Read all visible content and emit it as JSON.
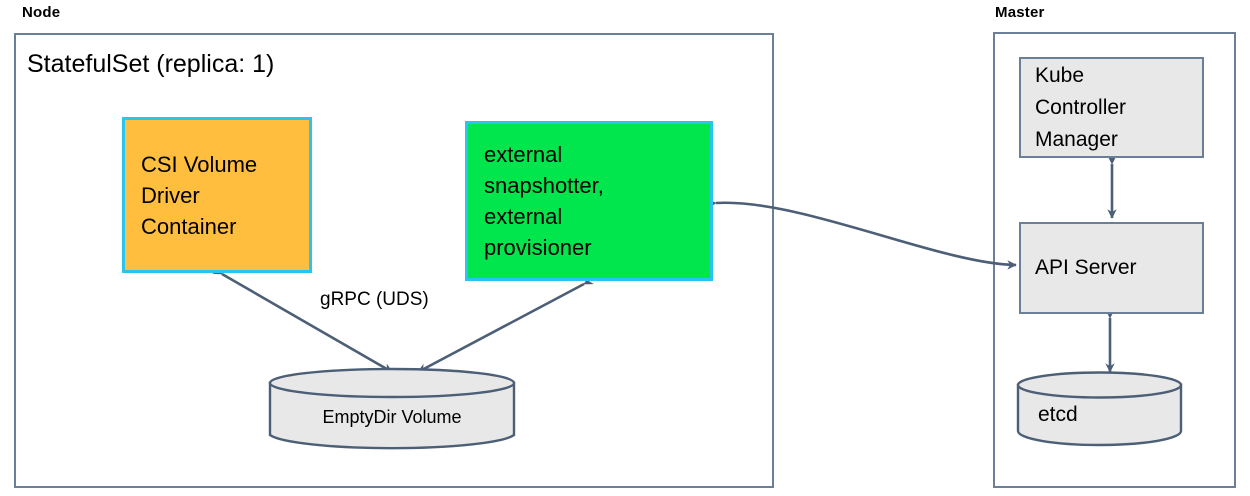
{
  "diagram": {
    "groups": [
      {
        "label": "Node"
      },
      {
        "label": "Master"
      }
    ],
    "node_group": {
      "title": "StatefulSet (replica: 1)",
      "boxes": [
        {
          "id": "csi-driver",
          "text": "CSI Volume\nDriver\nContainer",
          "fill": "#FFBE3D",
          "stroke": "#2BC3F0"
        },
        {
          "id": "external-sidecars",
          "text": "external\nsnapshotter,\nexternal\nprovisioner",
          "fill": "#00E64C",
          "stroke": "#2BC3F0"
        }
      ],
      "storage": {
        "id": "emptydir",
        "label": "EmptyDir Volume",
        "fill": "#E8E8E8",
        "stroke": "#4C5F77"
      },
      "edge_label": "gRPC (UDS)"
    },
    "master_group": {
      "boxes": [
        {
          "id": "kube-controller-manager",
          "text": "Kube\nController\nManager",
          "fill": "#E8E8E8",
          "stroke": "#6b7f99"
        },
        {
          "id": "api-server",
          "text": "API Server",
          "fill": "#E8E8E8",
          "stroke": "#6b7f99"
        }
      ],
      "storage": {
        "id": "etcd",
        "label": "etcd",
        "fill": "#E8E8E8",
        "stroke": "#4C5F77"
      }
    },
    "connectors": [
      {
        "from": "csi-driver",
        "to": "emptydir",
        "style": "double-arrow"
      },
      {
        "from": "external-sidecars",
        "to": "emptydir",
        "style": "double-arrow"
      },
      {
        "from": "external-sidecars",
        "to": "api-server",
        "style": "double-arrow-curved"
      },
      {
        "from": "kube-controller-manager",
        "to": "api-server",
        "style": "double-arrow"
      },
      {
        "from": "api-server",
        "to": "etcd",
        "style": "double-arrow"
      }
    ],
    "colors": {
      "arrow": "#4C5F77",
      "group_border": "#6b7f99",
      "accent_cyan": "#2BC3F0",
      "accent_orange": "#FFBE3D",
      "accent_green": "#00E64C",
      "gray_fill": "#E8E8E8"
    }
  }
}
